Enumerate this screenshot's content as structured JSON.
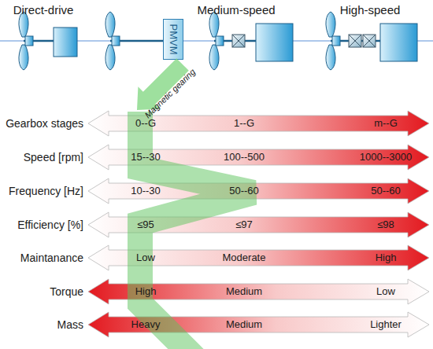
{
  "diagram": {
    "nodes": [
      {
        "text": [
          "PMVM"
        ]
      },
      {
        "text": [
          "Gearbox stages",
          "0--G",
          "1--G",
          "m--G"
        ]
      },
      {
        "text": [
          "Speed [rpm]",
          "15--30",
          "100--500",
          "1000--3000"
        ]
      },
      {
        "text": [
          "Frequency [Hz]",
          "10--30",
          "50--60",
          "50--60"
        ]
      },
      {
        "text": [
          "Efficiency [%]",
          "≤95",
          "≤97",
          "≤98"
        ]
      },
      {
        "text": [
          "Maintanance",
          "Low",
          "Moderate",
          "High"
        ]
      },
      {
        "text": [
          "Torque",
          "High",
          "Medium",
          "Low"
        ]
      },
      {
        "text": [
          "Mass",
          "Heavy",
          "Medium",
          "Lighter"
        ]
      }
    ],
    "labels": [
      "Direct-drive",
      "Medium-speed",
      "High-speed",
      "Magnetic gearing"
    ]
  }
}
